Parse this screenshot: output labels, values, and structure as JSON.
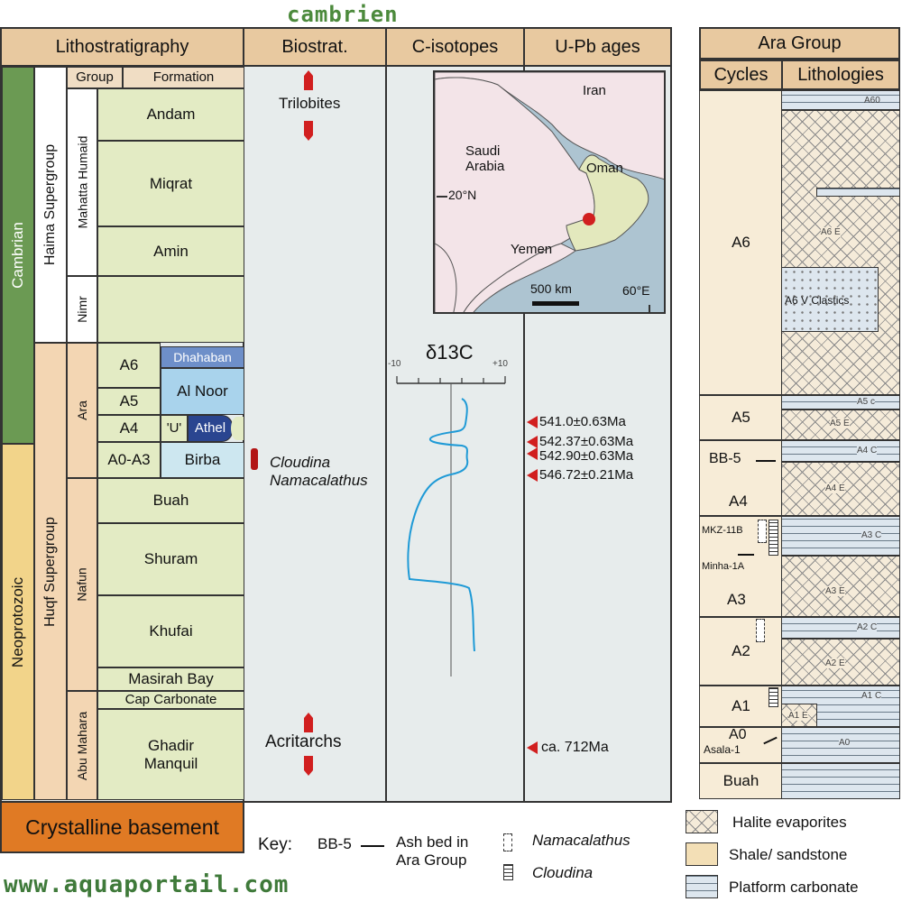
{
  "watermark_top": "cambrien",
  "watermark_bottom": "www.aquaportail.com",
  "headers": {
    "lithostratigraphy": "Lithostratigraphy",
    "biostrat": "Biostrat.",
    "c_isotopes": "C-isotopes",
    "upb": "U-Pb ages",
    "ara_group": "Ara Group",
    "cycles": "Cycles",
    "lithologies": "Lithologies"
  },
  "periods": {
    "cambrian": "Cambrian",
    "neoproterozoic": "Neoprotozoic"
  },
  "supergroups": {
    "haima": "Haima Supergroup",
    "huqf": "Huqf Supergroup"
  },
  "groups": {
    "mahatta": "Mahatta Humaid",
    "nimr": "Nimr",
    "ara": "Ara",
    "nafun": "Nafun",
    "abu": "Abu Mahara"
  },
  "subheaders": {
    "group": "Group",
    "formation": "Formation"
  },
  "formations": {
    "andam": "Andam",
    "miqrat": "Miqrat",
    "amin": "Amin",
    "a6": "A6",
    "dhahaban": "Dhahaban",
    "a5": "A5",
    "alnoor": "Al Noor",
    "a4": "A4",
    "u": "'U'",
    "athel": "Athel",
    "a0a3": "A0-A3",
    "birba": "Birba",
    "buah": "Buah",
    "shuram": "Shuram",
    "khufai": "Khufai",
    "masirah": "Masirah Bay",
    "cap": "Cap Carbonate",
    "ghadir": "Ghadir\nManquil"
  },
  "basement": "Crystalline basement",
  "fossils": {
    "trilobites": "Trilobites",
    "cloudina_label": "Cloudina\nNamacalathus",
    "acritarchs": "Acritarchs"
  },
  "isotope_axis": {
    "title": "δ13C",
    "min_label": "-10",
    "max_label": "+10",
    "min": -10,
    "max": 10
  },
  "ages": [
    "541.0±0.63Ma",
    "542.37±0.63Ma",
    "542.90±0.63Ma",
    "546.72±0.21Ma",
    "ca. 712Ma"
  ],
  "map": {
    "iran": "Iran",
    "saudi": "Saudi\nArabia",
    "oman": "Oman",
    "yemen": "Yemen",
    "lat": "20°N",
    "lon": "60°E",
    "scale": "500 km"
  },
  "cycles": {
    "a6": "A6",
    "a5": "A5",
    "bb5": "BB-5",
    "a4": "A4",
    "a3": "A3",
    "a2": "A2",
    "a1": "A1",
    "a0": "A0",
    "buah": "Buah"
  },
  "wells": {
    "mkz": "MKZ-11B",
    "minha": "Minha-1A",
    "asala": "Asala-1"
  },
  "lith_labels": {
    "a60": "A60",
    "a6e": "A6 E",
    "a6v": "A6 V Clastics",
    "a5c": "A5 c",
    "a5e": "A5 E",
    "a4c": "A4 C",
    "a4e": "A4 E",
    "a3c": "A3 C",
    "a3e": "A3 E",
    "a2c": "A2 C",
    "a2e": "A2 E",
    "a1c": "A1 C",
    "a1e": "A1 E",
    "a0": "A0"
  },
  "key": {
    "key_label": "Key:",
    "bb5": "BB-5",
    "ash": "Ash bed  in\nAra Group",
    "namacalathus": "Namacalathus",
    "cloudina": "Cloudina",
    "halite": "Halite evaporites",
    "shale": "Shale/ sandstone",
    "platform": "Platform carbonate"
  }
}
